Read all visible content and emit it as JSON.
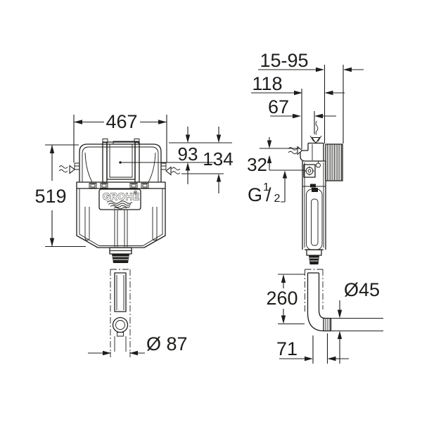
{
  "colors": {
    "ink": "#1d1d1b",
    "background": "#ffffff"
  },
  "brand": {
    "logo_text": "GROHE",
    "registered_mark": "®"
  },
  "icons": {
    "water_supply_arrow": "wavy-arrow",
    "vent_funnel": "funnel-triangle"
  },
  "front_view": {
    "dims": {
      "width": "467",
      "height": "519",
      "lid_to_center": "93",
      "lid_to_inlet": "134",
      "outlet_diameter": "Ø 87"
    }
  },
  "side_view": {
    "dims": {
      "wall_distance_range": "15-95",
      "total_depth": "118",
      "inlet_depth": "67",
      "top_offset": "32",
      "thread": {
        "g": "G",
        "sup": "1",
        "slash": "/",
        "sub": "2"
      },
      "flush_pipe_length": "260",
      "outlet_pipe_diameter": "Ø45",
      "outlet_horizontal": "71"
    }
  }
}
